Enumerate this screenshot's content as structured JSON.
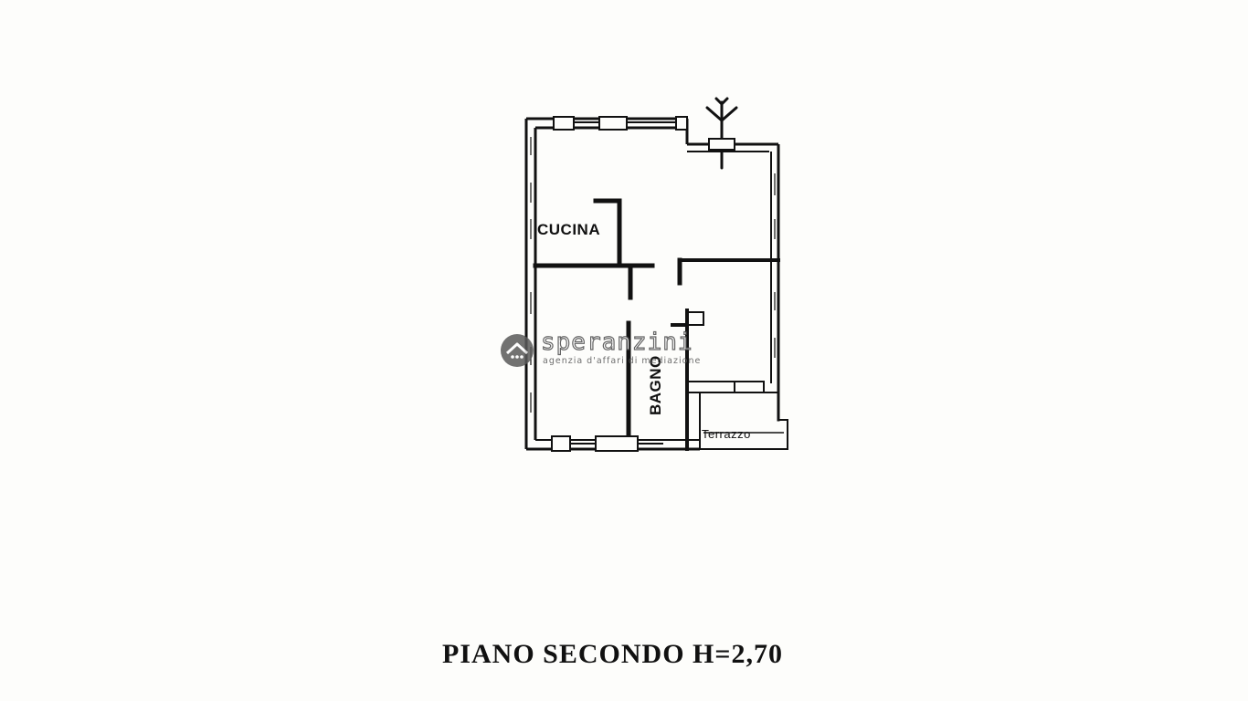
{
  "floor_plan": {
    "rooms": {
      "kitchen": "CUCINA",
      "bathroom": "BAGNO",
      "terrace": "Terrazzo"
    },
    "caption": "PIANO SECONDO H=2,70",
    "icons": [
      "north-arrow-icon",
      "agency-logo-icon"
    ]
  },
  "watermark": {
    "brand": "speranzini",
    "tagline": "agenzia d'affari di mediazione"
  },
  "colors": {
    "ink": "#111111",
    "paper": "#fdfdfb",
    "watermark": "#5a5a5a"
  }
}
